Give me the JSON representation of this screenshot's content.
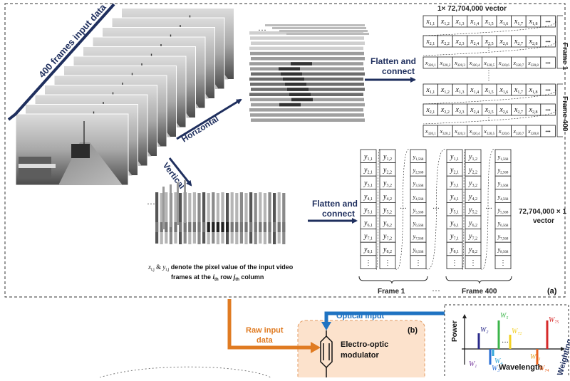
{
  "panel_a": {
    "frames_label": "400 frames input data",
    "horizontal_label": "Horizontal",
    "vertical_label": "Vertical",
    "flatten_top": [
      "Flatten and",
      "connect"
    ],
    "flatten_bottom": [
      "Flatten and",
      "connect"
    ],
    "row_vector_label": "1× 72,704,000 vector",
    "frame1_label": "Frame 1",
    "frame400_label": "Frame 400",
    "col_vector_label": [
      "72,704,000 × 1",
      "vector"
    ],
    "bottom_frame1_label": "Frame 1",
    "bottom_frame400_label": "Frame 400",
    "ellipsis": "···",
    "panel_tag": "(a)",
    "note_line1_a": "x",
    "note_line1_b": " & ",
    "note_line1_c": "y",
    "note_line1_d": " denote the pixel value of the input video",
    "note_line2": "frames at the ",
    "note_line2_i": "i",
    "note_line2_th1": "th",
    "note_line2_row": " row ",
    "note_line2_j": "j",
    "note_line2_th2": "th",
    "note_line2_col": " column",
    "sub_ij": "i,j"
  },
  "matrix_x": {
    "var": "x",
    "row1_subs": [
      "1,1",
      "1,2",
      "1,3",
      "1,4",
      "1,5",
      "1,6",
      "1,7",
      "1,8"
    ],
    "row2_subs": [
      "2,1",
      "2,2",
      "2,3",
      "2,4",
      "2,5",
      "2,6",
      "2,7",
      "2,8"
    ],
    "row3_subs": [
      "320,1",
      "320,2",
      "320,3",
      "320,4",
      "320,5",
      "320,6",
      "320,7",
      "320,8"
    ],
    "more": "•••"
  },
  "matrix_y": {
    "var": "y",
    "col1_subs": [
      "1,1",
      "2,1",
      "3,1",
      "4,1",
      "5,1",
      "6,1",
      "7,1",
      "8,1"
    ],
    "col2_subs": [
      "1,2",
      "2,2",
      "3,2",
      "4,2",
      "5,2",
      "6,2",
      "7,2",
      "8,2"
    ],
    "col3_subs": [
      "1,568",
      "2,568",
      "3,568",
      "4,568",
      "5,568",
      "6,568",
      "7,568",
      "8,568"
    ],
    "more": "⋮"
  },
  "panel_b": {
    "raw_input": [
      "Raw input",
      "data"
    ],
    "optical_input": "Optical input",
    "modulator": [
      "Electro-optic",
      "modulator"
    ],
    "panel_tag": "(b)"
  },
  "spectrum": {
    "power_label": "Power",
    "wavelength_label": "Wavelength",
    "weighting_label": "Weighting",
    "w_letter": "W",
    "subs": [
      "1",
      "2",
      "3",
      "4",
      "5",
      "72",
      "73",
      "74",
      "75"
    ],
    "dots": "···",
    "colors": [
      "#7a3fa0",
      "#2a2a8a",
      "#2a6fd6",
      "#33a6d8",
      "#3bb54a",
      "#f2d024",
      "#e4a11b",
      "#e8601c",
      "#d62a2a"
    ]
  }
}
